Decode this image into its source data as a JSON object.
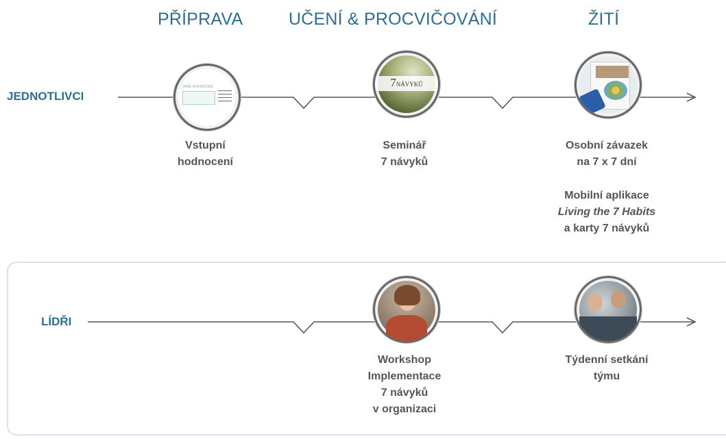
{
  "phases": [
    {
      "label": "PŘÍPRAVA"
    },
    {
      "label": "UČENÍ & PROCVIČOVÁNÍ"
    },
    {
      "label": "ŽITÍ"
    }
  ],
  "rows": {
    "individuals": {
      "label": "JEDNOTLIVCI"
    },
    "leaders": {
      "label": "LÍDŘI"
    }
  },
  "thumbnails": {
    "assessment_text": "VAŠE HODNOCENÍ",
    "seminar_title_num": "7",
    "seminar_title_word": "NÁVYKŮ"
  },
  "captions": {
    "assessment": [
      "Vstupní",
      "hodnocení"
    ],
    "seminar": [
      "Seminář",
      "7 návyků"
    ],
    "commitment": [
      "Osobní závazek",
      "na 7 x 7 dní"
    ],
    "app": [
      "Mobilní aplikace",
      "Living the 7 Habits",
      "a karty 7 návyků"
    ],
    "workshop": [
      "Workshop",
      "Implementace",
      "7 návyků",
      "v organizaci"
    ],
    "weekly": [
      "Týdenní setkání",
      "týmu"
    ]
  },
  "colors": {
    "accent": "#2a6f93",
    "line": "#555555",
    "caption": "#555555",
    "box_border": "#d7e3ea"
  }
}
